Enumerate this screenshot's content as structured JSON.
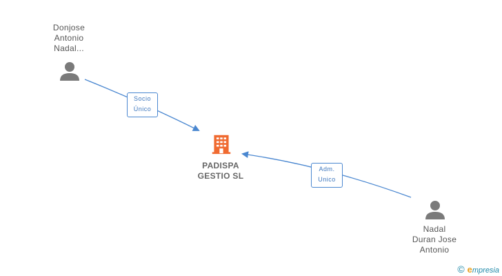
{
  "nodes": {
    "person_top": {
      "lines": [
        "Donjose",
        "Antonio",
        "Nadal..."
      ]
    },
    "company": {
      "lines": [
        "PADISPA",
        "GESTIO SL"
      ]
    },
    "person_bottom": {
      "lines": [
        "Nadal",
        "Duran Jose",
        "Antonio"
      ]
    }
  },
  "edges": {
    "top_to_company": {
      "lines": [
        "Socio",
        "Único"
      ]
    },
    "bottom_to_company": {
      "lines": [
        "Adm.",
        "Unico"
      ]
    }
  },
  "footer": {
    "copyright_symbol": "©",
    "brand_initial": "e",
    "brand_rest": "mpresia"
  },
  "colors": {
    "person": "#7a7a7a",
    "company": "#f06a30",
    "edge": "#4a87d0"
  }
}
